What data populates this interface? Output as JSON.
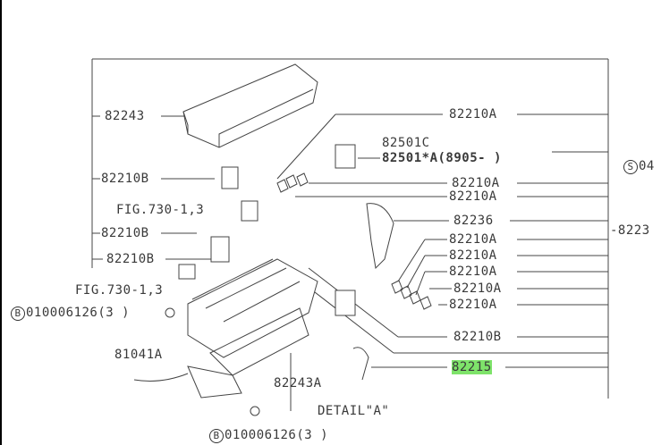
{
  "labels": {
    "l82243": "82243",
    "l82210A_top": "82210A",
    "l82501C": "82501C",
    "l82501A": "82501*A(8905-    )",
    "s04": "04",
    "l82210B_1": "82210B",
    "l82210A_2": "82210A",
    "l82210A_3": "82210A",
    "fig1": "FIG.730-1,3",
    "l82236": "82236",
    "l8223": "-8223",
    "l82210B_2": "82210B",
    "l82210B_3": "82210B",
    "l82210A_4": "82210A",
    "l82210A_5": "82210A",
    "l82210A_6": "82210A",
    "l82210A_7": "82210A",
    "l82210A_8": "82210A",
    "fig2": "FIG.730-1,3",
    "bolt1": "010006126(3 )",
    "l82210B_4": "82210B",
    "l81041A": "81041A",
    "l82215": "82215",
    "l82243A": "82243A",
    "detail": "DETAIL\"A\"",
    "bolt2": "010006126(3 )",
    "circle_b": "B",
    "circle_s": "S"
  },
  "colors": {
    "highlight": "#7ee36a"
  }
}
